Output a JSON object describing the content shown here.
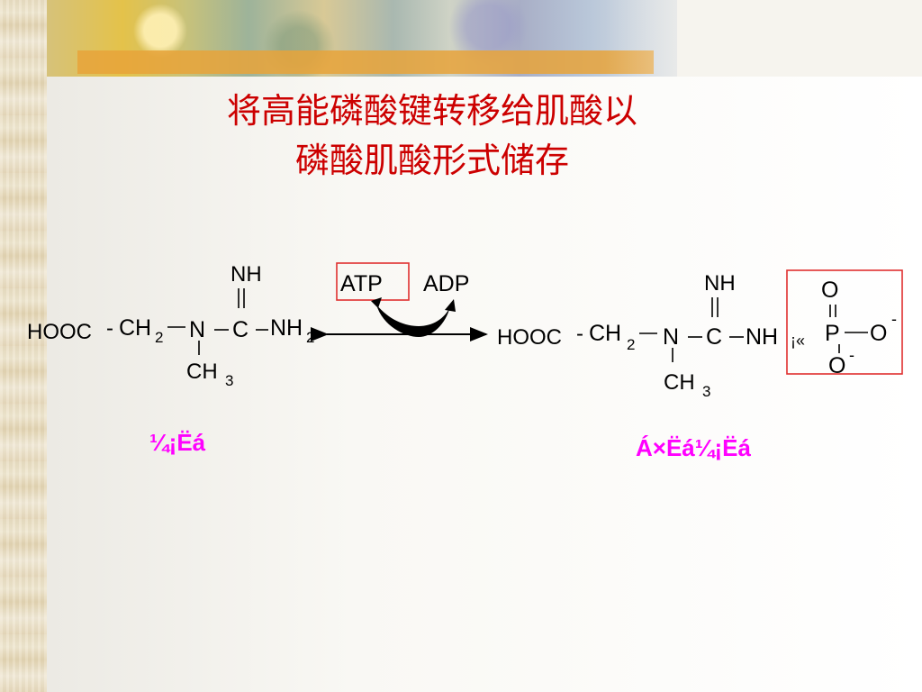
{
  "title": {
    "line1": "将高能磷酸键转移给肌酸以",
    "line2": "磷酸肌酸形式储存"
  },
  "reaction": {
    "atp": "ATP",
    "adp": "ADP"
  },
  "creatine": {
    "hooc": "HOOC",
    "ch": "CH",
    "ch_sub": "2",
    "n": "N",
    "c": "C",
    "nh_top": "NH",
    "nh2": "NH",
    "nh2_sub": "2",
    "ch3": "CH",
    "ch3_sub": "3",
    "label": "¼¡Ëá"
  },
  "phosphocreatine": {
    "hooc": "HOOC",
    "ch": "CH",
    "ch_sub": "2",
    "n": "N",
    "c": "C",
    "nh_top": "NH",
    "nh": "NH",
    "link": "¡«",
    "ch3": "CH",
    "ch3_sub": "3",
    "p": "P",
    "o_top": "O",
    "o_right": "O",
    "o_bottom": "O",
    "minus": "-",
    "label": "Á×Ëá¼¡Ëá"
  },
  "colors": {
    "title": "#cc0000",
    "label": "#ff00ff",
    "box": "#e03030"
  }
}
